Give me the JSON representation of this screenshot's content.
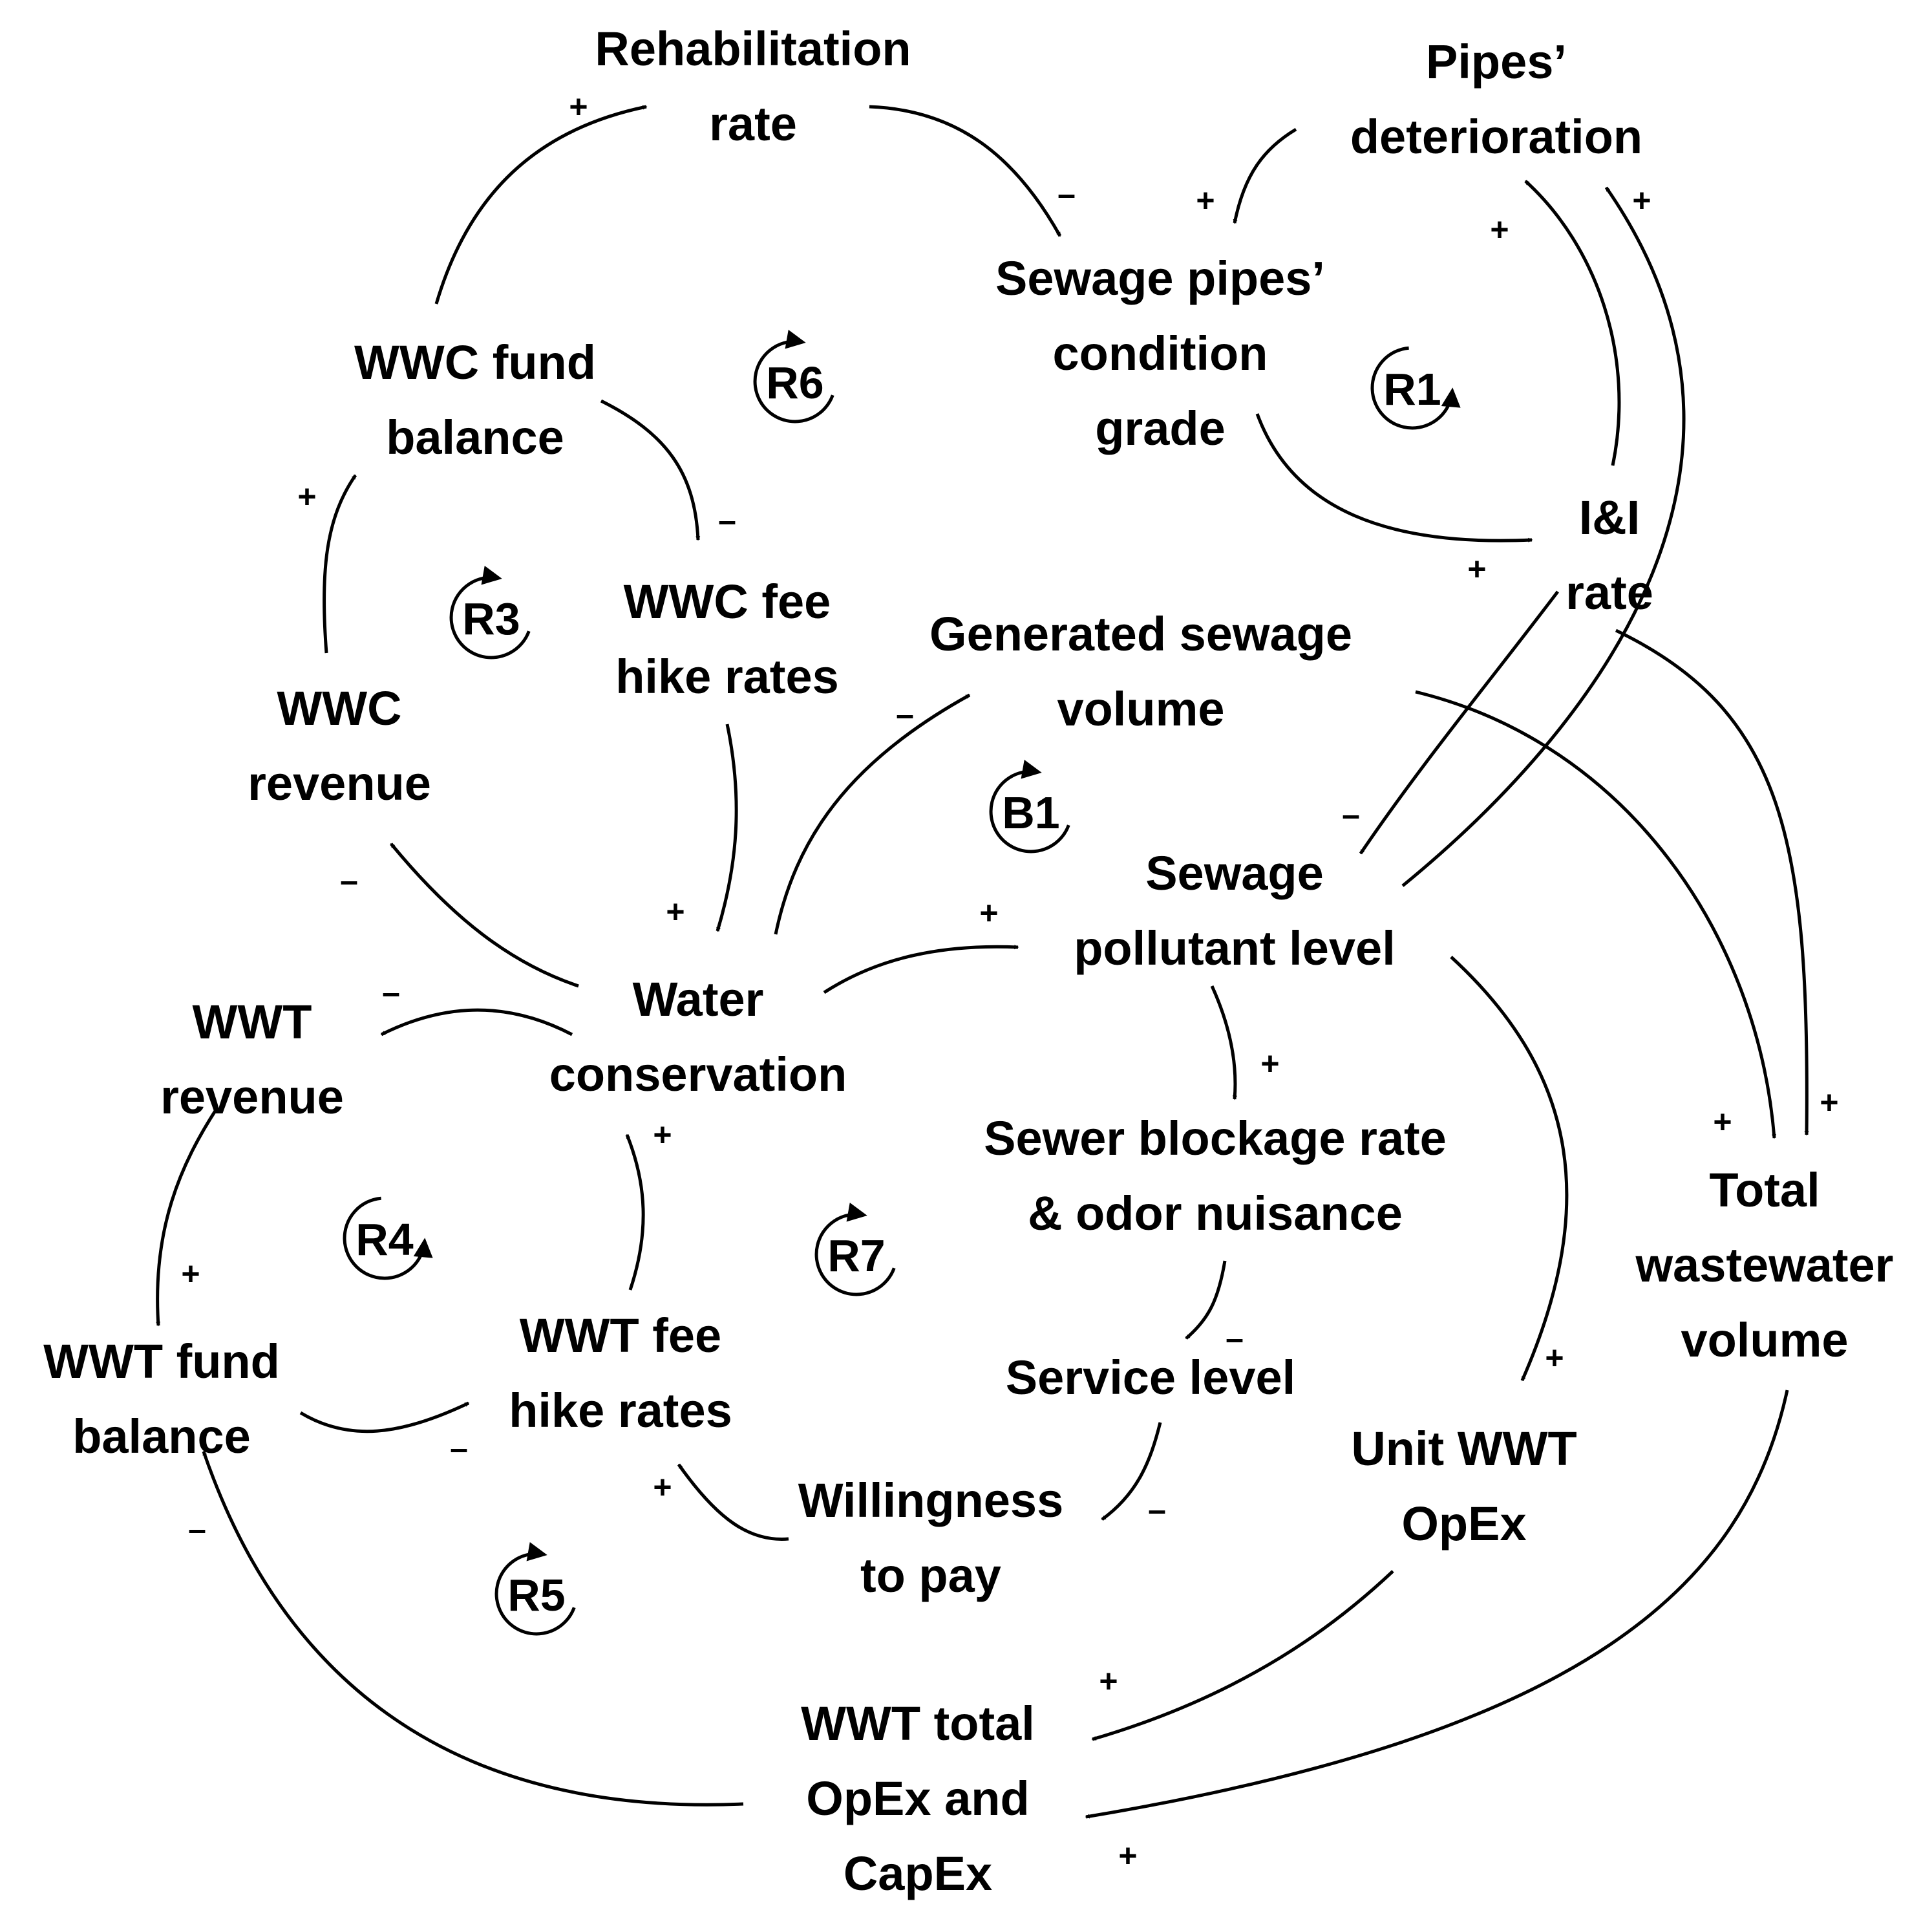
{
  "nodes": {
    "rehab": [
      "Rehabilitation",
      "rate"
    ],
    "pipes_det": [
      "Pipes’",
      "deterioration"
    ],
    "condition": [
      "Sewage pipes’",
      "condition",
      "grade"
    ],
    "wwc_fund": [
      "WWC fund",
      "balance"
    ],
    "ii_rate": [
      "I&I",
      "rate"
    ],
    "wwc_fee": [
      "WWC fee",
      "hike rates"
    ],
    "gen_sewage": [
      "Generated sewage",
      "volume"
    ],
    "wwc_rev": [
      "WWC",
      "revenue"
    ],
    "pollutant": [
      "Sewage",
      "pollutant level"
    ],
    "wwt_rev": [
      "WWT",
      "revenue"
    ],
    "water_cons": [
      "Water",
      "conservation"
    ],
    "blockage": [
      "Sewer blockage rate",
      "& odor nuisance"
    ],
    "total_ww": [
      "Total",
      "wastewater",
      "volume"
    ],
    "wwt_fund": [
      "WWT fund",
      "balance"
    ],
    "wwt_fee": [
      "WWT fee",
      "hike rates"
    ],
    "service": [
      "Service level"
    ],
    "unit_opex": [
      "Unit WWT",
      "OpEx"
    ],
    "willingness": [
      "Willingness",
      "to pay"
    ],
    "total_opex": [
      "WWT total",
      "OpEx and",
      "CapEx"
    ]
  },
  "loops": [
    "R1",
    "R3",
    "R4",
    "R5",
    "R6",
    "R7",
    "B1"
  ],
  "links": [
    {
      "from": "wwc_fund",
      "to": "rehab",
      "polarity": "+"
    },
    {
      "from": "rehab",
      "to": "condition",
      "polarity": "–"
    },
    {
      "from": "pipes_det",
      "to": "condition",
      "polarity": "+"
    },
    {
      "from": "condition",
      "to": "ii_rate",
      "polarity": "+"
    },
    {
      "from": "ii_rate",
      "to": "pipes_det",
      "polarity": "+"
    },
    {
      "from": "pollutant",
      "to": "pipes_det",
      "polarity": "+"
    },
    {
      "from": "ii_rate",
      "to": "pollutant",
      "polarity": "–"
    },
    {
      "from": "ii_rate",
      "to": "total_ww",
      "polarity": "+"
    },
    {
      "from": "gen_sewage",
      "to": "total_ww",
      "polarity": "+"
    },
    {
      "from": "wwc_fund",
      "to": "wwc_fee",
      "polarity": "–"
    },
    {
      "from": "wwc_rev",
      "to": "wwc_fund",
      "polarity": "+"
    },
    {
      "from": "wwc_fee",
      "to": "water_cons",
      "polarity": "+"
    },
    {
      "from": "water_cons",
      "to": "wwc_rev",
      "polarity": "–"
    },
    {
      "from": "water_cons",
      "to": "gen_sewage",
      "polarity": "–"
    },
    {
      "from": "water_cons",
      "to": "pollutant",
      "polarity": "+"
    },
    {
      "from": "water_cons",
      "to": "wwt_rev",
      "polarity": "–"
    },
    {
      "from": "pollutant",
      "to": "blockage",
      "polarity": "+"
    },
    {
      "from": "pollutant",
      "to": "unit_opex",
      "polarity": "+"
    },
    {
      "from": "blockage",
      "to": "service",
      "polarity": "–"
    },
    {
      "from": "service",
      "to": "willingness",
      "polarity": "–"
    },
    {
      "from": "willingness",
      "to": "wwt_fee",
      "polarity": "+"
    },
    {
      "from": "wwt_fee",
      "to": "water_cons",
      "polarity": "+"
    },
    {
      "from": "wwt_rev",
      "to": "wwt_fund",
      "polarity": "+"
    },
    {
      "from": "wwt_fund",
      "to": "wwt_fee",
      "polarity": "–"
    },
    {
      "from": "unit_opex",
      "to": "total_opex",
      "polarity": "+"
    },
    {
      "from": "total_ww",
      "to": "total_opex",
      "polarity": "+"
    },
    {
      "from": "total_opex",
      "to": "wwt_fund",
      "polarity": "–"
    }
  ]
}
